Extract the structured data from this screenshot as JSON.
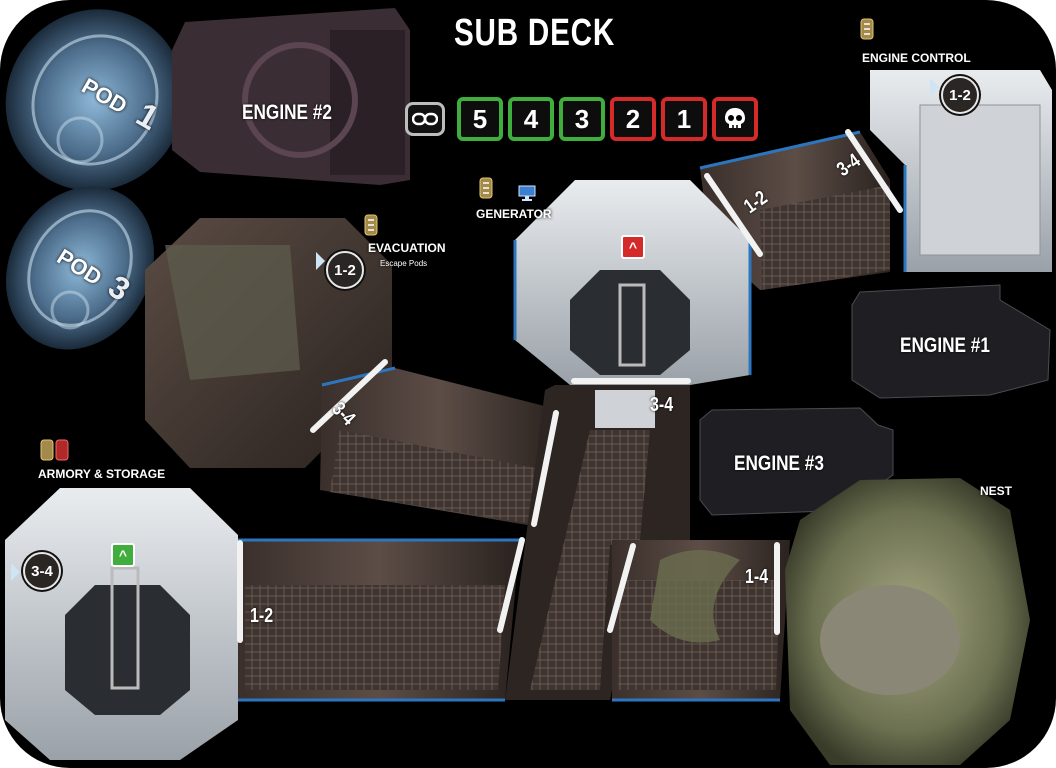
{
  "title": "SUB DECK",
  "rooms": {
    "engine2": "ENGINE #2",
    "engine1": "ENGINE #1",
    "engine3": "ENGINE #3",
    "engine_control": "ENGINE CONTROL",
    "generator": "GENERATOR",
    "evacuation": "EVACUATION",
    "evacuation_sub": "Escape Pods",
    "armory": "ARMORY & STORAGE",
    "nest": "NEST"
  },
  "pods": [
    {
      "label": "POD",
      "number": "1"
    },
    {
      "label": "POD",
      "number": "3"
    }
  ],
  "track": {
    "values": [
      "5",
      "4",
      "3",
      "2",
      "1"
    ],
    "colors": [
      "#3fae3c",
      "#3fae3c",
      "#3fae3c",
      "#d42a2a",
      "#d42a2a",
      "#d42a2a"
    ],
    "icons": [
      "chain-link-icon",
      "skull-icon"
    ]
  },
  "badges": {
    "engine_control": "1-2",
    "evacuation": "1-2",
    "armory": "3-4"
  },
  "doors": {
    "engine_control_left": "3-4",
    "generator_right": "1-2",
    "evac_corridor": "3-4",
    "generator_bottom": "3-4",
    "armory_corridor": "1-2",
    "nest_entry": "1-4"
  },
  "colors": {
    "board": "#000000",
    "corridor_edge": "#2c76c0",
    "green": "#3fae3c",
    "red": "#d42a2a"
  }
}
